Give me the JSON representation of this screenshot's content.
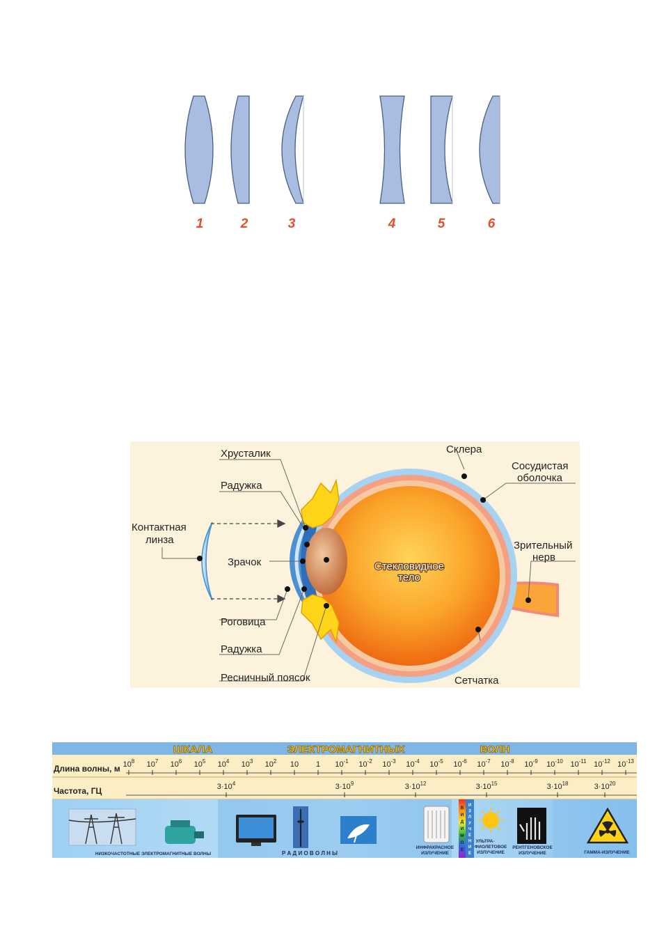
{
  "lenses": {
    "labels": [
      "1",
      "2",
      "3",
      "4",
      "5",
      "6"
    ],
    "fill_color": "#a9bde0",
    "stroke_color": "#4a5d86",
    "label_color": "#e2502a"
  },
  "eye": {
    "background": "#fdf3dc",
    "labels": {
      "lens": "Хрусталик",
      "iris_top": "Радужка",
      "contact_line1": "Контактная",
      "contact_line2": "линза",
      "pupil": "Зрачок",
      "cornea": "Роговица",
      "iris_bottom": "Радужка",
      "ciliary": "Ресничный поясок",
      "sclera": "Склера",
      "choroid_line1": "Сосудистая",
      "choroid_line2": "оболочка",
      "vitreous_line1": "Стекловидное",
      "vitreous_line2": "тело",
      "optic_line1": "Зрительный",
      "optic_line2": "нерв",
      "retina": "Сетчатка"
    }
  },
  "em_scale": {
    "title_words": [
      "ШКАЛА",
      "ЭЛЕКТРОМАГНИТНЫХ",
      "ВОЛН"
    ],
    "wavelength_label": "Длина волны, м",
    "frequency_label": "Частота, ГЦ",
    "wavelength_ticks": [
      {
        "base": "10",
        "exp": "8"
      },
      {
        "base": "10",
        "exp": "7"
      },
      {
        "base": "10",
        "exp": "6"
      },
      {
        "base": "10",
        "exp": "5"
      },
      {
        "base": "10",
        "exp": "4"
      },
      {
        "base": "10",
        "exp": "3"
      },
      {
        "base": "10",
        "exp": "2"
      },
      {
        "base": "10",
        "exp": ""
      },
      {
        "base": "1",
        "exp": ""
      },
      {
        "base": "10",
        "exp": "-1"
      },
      {
        "base": "10",
        "exp": "-2"
      },
      {
        "base": "10",
        "exp": "-3"
      },
      {
        "base": "10",
        "exp": "-4"
      },
      {
        "base": "10",
        "exp": "-5"
      },
      {
        "base": "10",
        "exp": "-6"
      },
      {
        "base": "10",
        "exp": "-7"
      },
      {
        "base": "10",
        "exp": "-8"
      },
      {
        "base": "10",
        "exp": "-9"
      },
      {
        "base": "10",
        "exp": "-10"
      },
      {
        "base": "10",
        "exp": "-11"
      },
      {
        "base": "10",
        "exp": "-12"
      },
      {
        "base": "10",
        "exp": "-13"
      }
    ],
    "frequency_ticks": [
      {
        "base": "3·10",
        "exp": "4"
      },
      {
        "base": "3·10",
        "exp": "9"
      },
      {
        "base": "3·10",
        "exp": "12"
      },
      {
        "base": "3·10",
        "exp": "15"
      },
      {
        "base": "3·10",
        "exp": "18"
      },
      {
        "base": "3·10",
        "exp": "20"
      }
    ],
    "visible_letters": [
      "В",
      "И",
      "Д",
      "И",
      "М",
      "О",
      "Е"
    ],
    "radiation_letters": [
      "И",
      "З",
      "Л",
      "У",
      "Ч",
      "Е",
      "Н",
      "И",
      "Е"
    ],
    "bands": {
      "low_freq": "НИЗКОЧАСТОТНЫЕ ЭЛЕКТРОМАГНИТНЫЕ ВОЛНЫ",
      "radio": "Р А Д И О В О Л Н Ы",
      "infrared_line1": "ИНФРАКРАСНОЕ",
      "infrared_line2": "ИЗЛУЧЕНИЕ",
      "uv_line1": "УЛЬТРА-",
      "uv_line2": "ФИОЛЕТОВОЕ",
      "uv_line3": "ИЗЛУЧЕНИЕ",
      "xray_line1": "РЕНТГЕНОВСКОЕ",
      "xray_line2": "ИЗЛУЧЕНИЕ",
      "gamma": "ГАММА-ИЗЛУЧЕНИЕ"
    },
    "title_color": "#f5d33a",
    "header_color": "#7fb6e6",
    "row_color": "#fbeec4"
  }
}
